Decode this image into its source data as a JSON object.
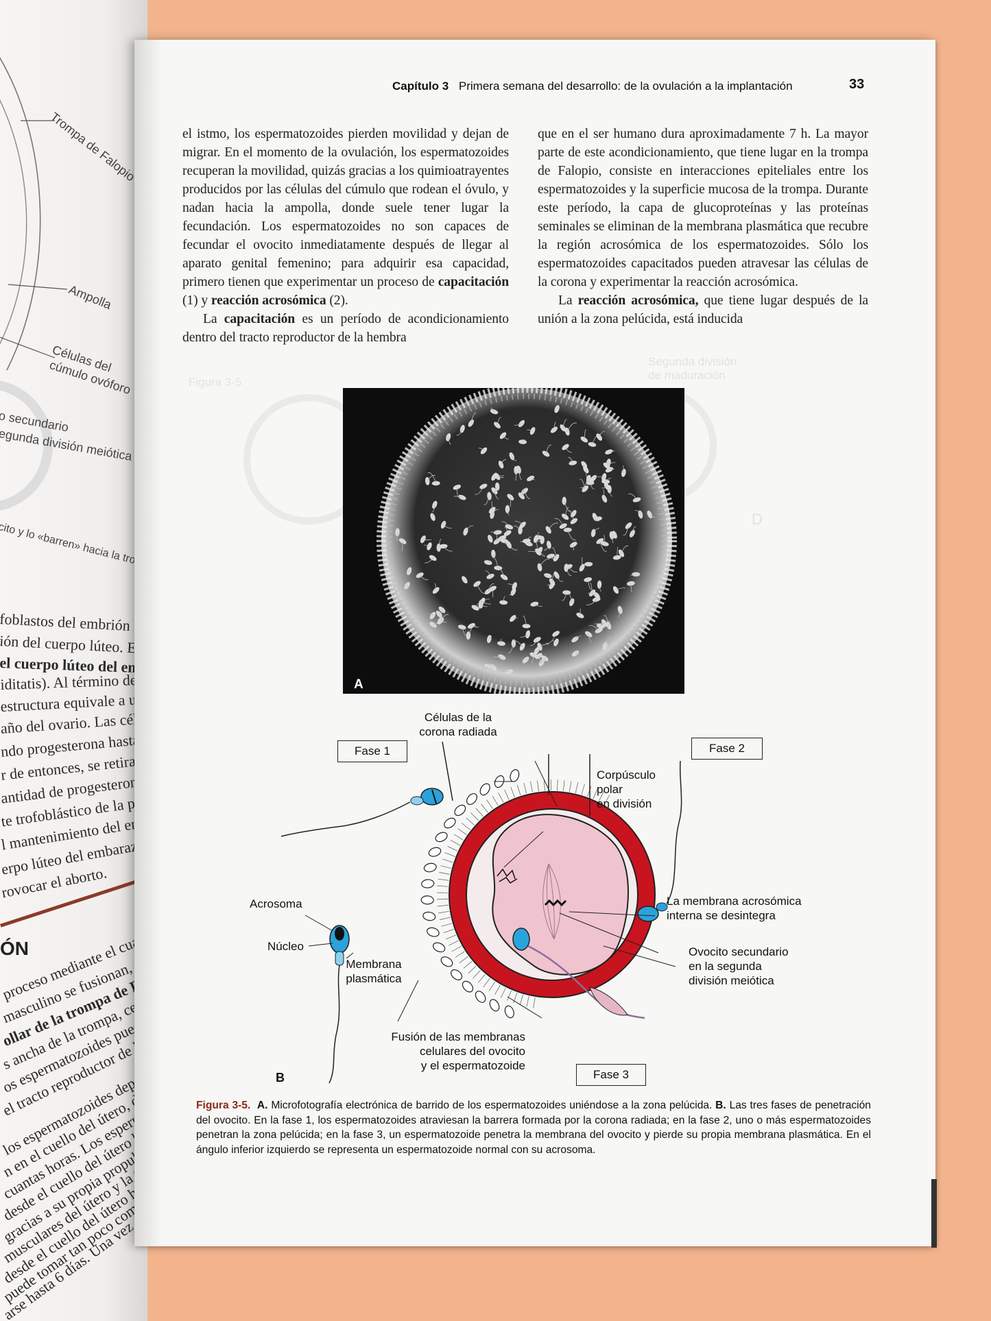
{
  "left_page": {
    "labels": [
      "Trompa de Falopio",
      "Ampolla",
      "Células del",
      "cúmulo ovóforo",
      "o secundario",
      "egunda división meiótica",
      "cito y lo «barren» hacia la trompa"
    ],
    "lines": [
      "foblastos del embrión en desarrollo",
      "ión del cuerpo lúteo. Este continúa",
      "el cuerpo lúteo del embarazo",
      "iditatis). Al término del tercer mes",
      "estructura equivale a un tercio",
      "año del ovario. Las células amarillas",
      "ndo progesterona hasta el final del",
      "r de entonces, se retiran lentamente",
      "antidad de progesterona secretada",
      "te trofoblástico de la placenta e",
      "l mantenimiento del embarazo. La",
      "erpo lúteo del embarazo antes del",
      "rovocar el aborto."
    ],
    "heading": "ÓN",
    "bottom_lines": [
      "proceso mediante el cual los g",
      "masculino se fusionan, tiene lugar",
      "ollar de la trompa de Falopio,",
      "s ancha de la trompa, cercana a",
      "os espermatozoides pueden man",
      "el tracto reproductor de la mujer",
      "los espermatozoides depositados",
      "n en el cuello del útero, donde",
      "cuantas horas. Los espermatozoides",
      "desde el cuello del útero hasta la",
      "gracias a su propia propulsión",
      "musculares del útero y la trompa.",
      "desde el cuello del útero hasta la",
      "puede tomar tan poco como",
      "arse hasta 6 días. Una vez en"
    ]
  },
  "header": {
    "chapter": "Capítulo 3",
    "title": "Primera semana del desarrollo: de la ovulación a la implantación",
    "page_number": "33"
  },
  "body": {
    "left_column": [
      {
        "type": "plain",
        "html_parts": [
          {
            "t": "el istmo, los espermatozoides pierden movilidad y dejan de migrar. En el momento de la ovulación, los espermatozoides recuperan la movilidad, quizás gracias a los quimioatrayentes producidos por las células del cúmulo que rodean el óvulo, y nadan hacia la ampolla, donde suele tener lugar la fecundación. Los espermatozoides no son capaces de fecundar el ovocito inmediatamente después de llegar al aparato genital femenino; para adquirir esa capacidad, primero tienen que experimentar un proceso de ",
            "b": false
          },
          {
            "t": "capacitación",
            "b": true
          },
          {
            "t": " (1) y ",
            "b": false
          },
          {
            "t": "reacción acrosómica",
            "b": true
          },
          {
            "t": " (2).",
            "b": false
          }
        ]
      },
      {
        "type": "indent",
        "html_parts": [
          {
            "t": "La ",
            "b": false
          },
          {
            "t": "capacitación",
            "b": true
          },
          {
            "t": " es un período de acondicionamiento dentro del tracto reproductor de la hembra",
            "b": false
          }
        ]
      }
    ],
    "right_column": [
      {
        "type": "plain",
        "html_parts": [
          {
            "t": "que en el ser humano dura aproximadamente 7 h. La mayor parte de este acondicionamiento, que tiene lugar en la trompa de Falopio, consiste en interacciones epiteliales entre los espermatozoides y la superficie mucosa de la trompa. Durante este período, la capa de glucoproteínas y las proteínas seminales se eliminan de la membrana plasmática que recubre la región acrosómica de los espermatozoides. Sólo los espermatozoides capacitados pueden atravesar las células de la corona y experimentar la reacción acrosómica.",
            "b": false
          }
        ]
      },
      {
        "type": "indent",
        "html_parts": [
          {
            "t": "La ",
            "b": false
          },
          {
            "t": "reacción acrosómica,",
            "b": true
          },
          {
            "t": " que tiene lugar después de la unión a la zona pelúcida, está inducida",
            "b": false
          }
        ]
      }
    ]
  },
  "figure": {
    "panel_a_label": "A",
    "panel_b_label": "B",
    "phases": [
      "Fase 1",
      "Fase 2",
      "Fase 3"
    ],
    "labels": {
      "corona": [
        "Células de la",
        "corona radiada"
      ],
      "polar_body": [
        "Corpúsculo",
        "polar",
        "en división"
      ],
      "acrosomal": [
        "La membrana acrosómica",
        "interna se desintegra"
      ],
      "secondary_oocyte": [
        "Ovocito secundario",
        "en la segunda",
        "división meiótica"
      ],
      "acrosome": "Acrosoma",
      "nucleus": "Núcleo",
      "plasma_membrane": [
        "Membrana",
        "plasmática"
      ],
      "fusion": [
        "Fusión de las membranas",
        "celulares del ovocito",
        "y el espermatozoide"
      ]
    },
    "colors": {
      "zona_pellucida": "#c8141e",
      "ooplasm": "#efc4cf",
      "sperm_head": "#2aa3dc",
      "caption_accent": "#8b2a1a"
    }
  },
  "caption": {
    "figure_label": "Figura 3-5.",
    "a_label": "A.",
    "a_text": "Microfotografía electrónica de barrido de los espermatozoides uniéndose a la zona pelúcida.",
    "b_label": "B.",
    "b_text": "Las tres fases de penetración del ovocito. En la fase 1, los espermatozoides atraviesan la barrera formada por la corona radiada; en la fase 2, uno o más espermatozoides penetran la zona pelúcida; en la fase 3, un espermatozoide penetra la membrana del ovocito y pierde su propia membrana plasmática. En el ángulo inferior izquierdo se representa un espermatozoide normal con su acrosoma."
  },
  "ghost_text": {
    "lines": [
      "Segunda división",
      "de maduración",
      "Figura 3-5",
      "D"
    ]
  }
}
